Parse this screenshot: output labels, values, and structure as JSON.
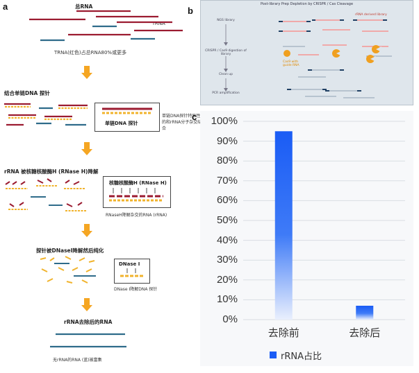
{
  "panels": {
    "a": "a",
    "b": "b",
    "c": "c"
  },
  "panel_a": {
    "total_rna": "总RNA",
    "rrna": "rRNA",
    "caption1": "TRNA(红色)占总RNA80%或更多",
    "step1": "结合单链DNA 探针",
    "probe_box": "单链DNA 探针",
    "probe_side": "单链DNA探针特异性的和rRNA分子杂交结合",
    "step2": "rRNA 被核糖核酸酶H (RNase H)降解",
    "rnase_box": "核糖核酸酶H (RNase H)",
    "rnase_caption": "RNaseH降解杂交的RNA (rRNA)",
    "step3": "探针被DNaseI降解然后纯化",
    "dnase_box": "DNase I",
    "dnase_caption": "DNase I降解DNA 探针",
    "step4": "rRNA去除后的RNA",
    "final_caption": "无rRNA的RNA (蓝)被富集"
  },
  "panel_b": {
    "title": "Post-library Prep Depletion by CRISPR / Cas Cleavage",
    "ngs_library": "NGS library",
    "rrna_derived": "rRNA derived library",
    "crispr_step": "CRISPR / Cas9 digestion of library",
    "cas9_label": "Cas9 with guide RNA",
    "cleanup": "Clean up",
    "pcr": "PCR amplification"
  },
  "chart_data": {
    "type": "bar",
    "categories": [
      "去除前",
      "去除后"
    ],
    "series": [
      {
        "name": "rRNA占比",
        "values": [
          95,
          7
        ],
        "color": "#1a5cf5"
      }
    ],
    "ylim": [
      0,
      100
    ],
    "yticks": [
      "0%",
      "10%",
      "20%",
      "30%",
      "40%",
      "50%",
      "60%",
      "70%",
      "80%",
      "90%",
      "100%"
    ],
    "grid": true,
    "legend_position": "bottom"
  }
}
